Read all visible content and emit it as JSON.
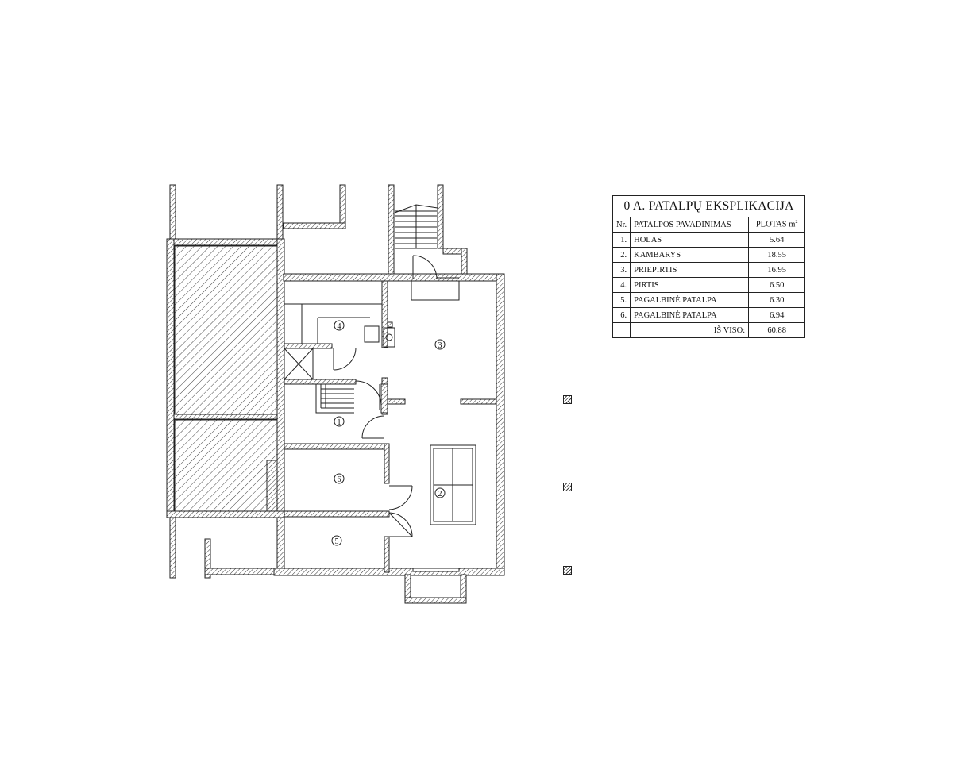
{
  "table": {
    "title": "0 A. PATALPŲ EKSPLIKACIJA",
    "headers": {
      "nr": "Nr.",
      "name": "PATALPOS PAVADINIMAS",
      "area": "PLOTAS  m",
      "area_sup": "2"
    },
    "rows": [
      {
        "nr": "1.",
        "name": "HOLAS",
        "area": "5.64"
      },
      {
        "nr": "2.",
        "name": "KAMBARYS",
        "area": "18.55"
      },
      {
        "nr": "3.",
        "name": "PRIEPIRTIS",
        "area": "16.95"
      },
      {
        "nr": "4.",
        "name": "PIRTIS",
        "area": "6.50"
      },
      {
        "nr": "5.",
        "name": "PAGALBINĖ PATALPA",
        "area": "6.30"
      },
      {
        "nr": "6.",
        "name": "PAGALBINĖ PATALPA",
        "area": "6.94"
      }
    ],
    "total_label": "IŠ VISO:",
    "total_value": "60.88"
  },
  "rooms": [
    {
      "num": "1"
    },
    {
      "num": "2"
    },
    {
      "num": "3"
    },
    {
      "num": "4"
    },
    {
      "num": "5"
    },
    {
      "num": "6"
    }
  ],
  "legend_count": 3
}
